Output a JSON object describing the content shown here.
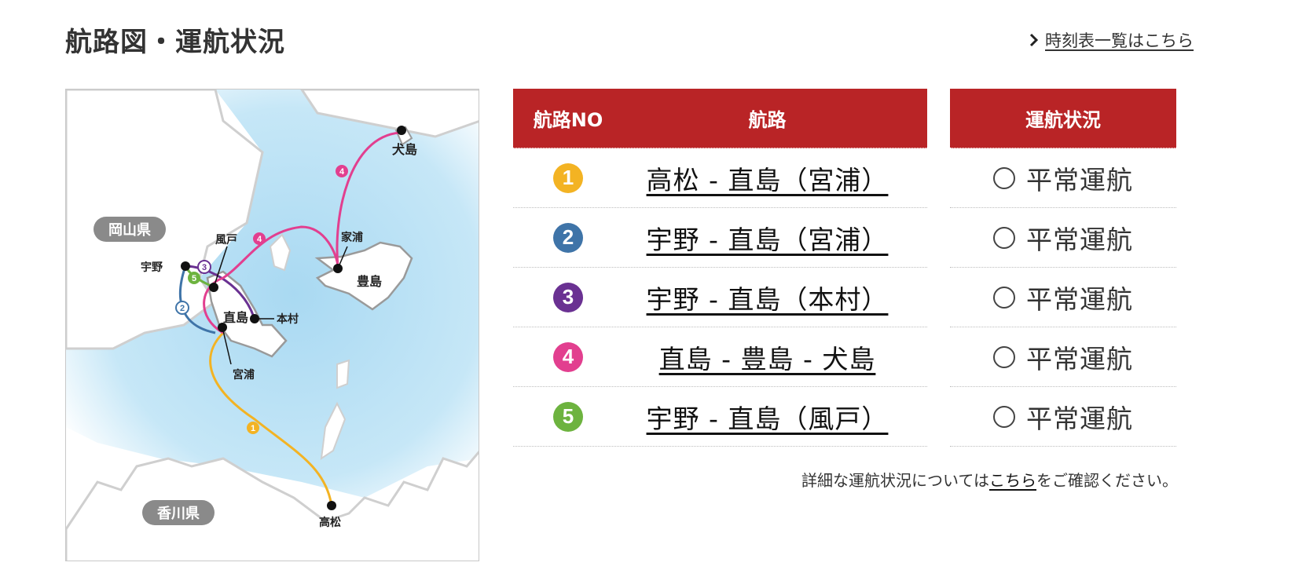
{
  "header": {
    "title": "航路図・運航状況",
    "timetable_link": "時刻表一覧はこちら",
    "timetable_icon": "chevron-right-icon"
  },
  "map": {
    "prefecture_labels": [
      "岡山県",
      "香川県"
    ],
    "ports": {
      "uno": "宇野",
      "kazeto": "風戸",
      "naoshima": "直島",
      "honmura": "本村",
      "miyaura": "宮浦",
      "ieura": "家浦",
      "teshima": "豊島",
      "inujima": "犬島",
      "takamatsu": "高松"
    },
    "route_markers": [
      "1",
      "2",
      "3",
      "4",
      "4",
      "4",
      "5"
    ]
  },
  "routes_table": {
    "headers": {
      "no": "航路NO",
      "route": "航路"
    },
    "rows": [
      {
        "no": "1",
        "color": "#f3b323",
        "route": "高松 ‐ 直島（宮浦）"
      },
      {
        "no": "2",
        "color": "#3f74a8",
        "route": "宇野 ‐ 直島（宮浦）"
      },
      {
        "no": "3",
        "color": "#6a3192",
        "route": "宇野 ‐ 直島（本村）"
      },
      {
        "no": "4",
        "color": "#e23f8f",
        "route": "直島 ‐ 豊島 ‐ 犬島"
      },
      {
        "no": "5",
        "color": "#6db33f",
        "route": "宇野 ‐ 直島（風戸）"
      }
    ]
  },
  "status_table": {
    "header": "運航状況",
    "rows": [
      {
        "symbol": "○",
        "status": "平常運航"
      },
      {
        "symbol": "○",
        "status": "平常運航"
      },
      {
        "symbol": "○",
        "status": "平常運航"
      },
      {
        "symbol": "○",
        "status": "平常運航"
      },
      {
        "symbol": "○",
        "status": "平常運航"
      }
    ]
  },
  "note": {
    "before": "詳細な運航状況については",
    "link": "こちら",
    "after": "をご確認ください。"
  },
  "colors": {
    "header_red": "#b92426",
    "sea_blue": "#bfe2f5",
    "route1": "#f3b323",
    "route2": "#3f74a8",
    "route3": "#6a3192",
    "route4": "#e23f8f",
    "route5": "#6db33f"
  }
}
